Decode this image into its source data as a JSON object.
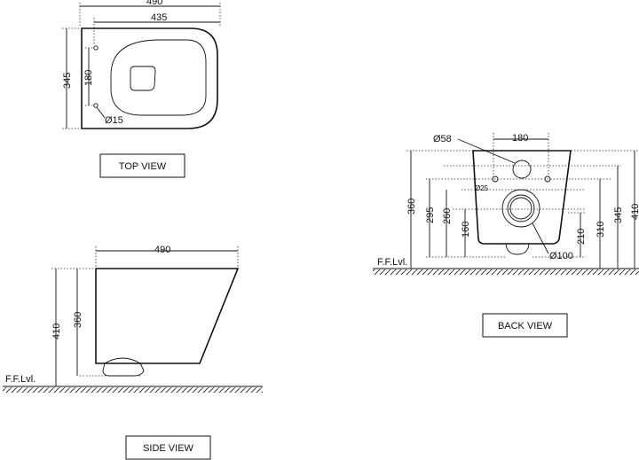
{
  "views": {
    "top": {
      "label": "TOP VIEW",
      "dims": {
        "width_total": "490",
        "width_inner": "435",
        "depth": "345",
        "hole_spacing": "180",
        "hole_dia": "Ø15"
      }
    },
    "side": {
      "label": "SIDE VIEW",
      "dims": {
        "length": "490",
        "height_total": "410",
        "height_body": "360"
      },
      "floor": "F.F.Lvl."
    },
    "back": {
      "label": "BACK VIEW",
      "dims": {
        "inlet_dia": "Ø58",
        "fix_spacing": "180",
        "fix_dia": "Ø25",
        "outlet_dia": "Ø100",
        "h360": "360",
        "h295": "295",
        "h260": "260",
        "h160": "160",
        "h210": "210",
        "h310": "310",
        "h345": "345",
        "h410": "410"
      },
      "floor": "F.F.Lvl."
    }
  }
}
